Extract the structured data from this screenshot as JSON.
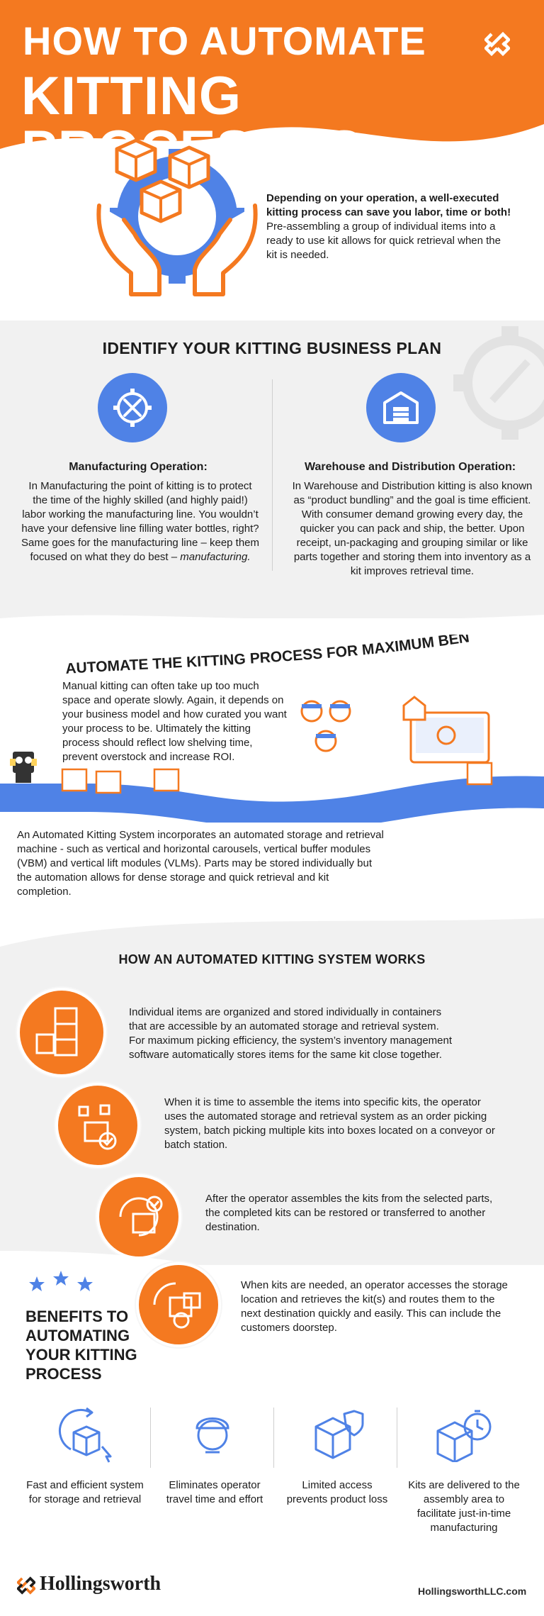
{
  "header": {
    "title_line1": "HOW TO AUTOMATE",
    "title_line2": "KITTING PROCESSES",
    "logo_icon": "hollingsworth-logo-icon",
    "brand_color": "#f47920"
  },
  "intro": {
    "bold": "Depending on your operation, a well-executed kitting process can save you labor, time or both!",
    "text": "Pre-assembling a group of individual items into a ready to use kit allows for quick retrieval when the kit is needed."
  },
  "business_plan": {
    "heading": "IDENTIFY YOUR KITTING BUSINESS PLAN",
    "manufacturing": {
      "icon": "tools-gear-icon",
      "title": "Manufacturing Operation:",
      "text_main": "In Manufacturing the point of kitting is to protect the time of the highly skilled (and highly paid!) labor working the manufacturing line. You wouldn’t have your defensive line filling water bottles, right? Same goes for the manufacturing line – keep them focused on what they do best – ",
      "text_emphasis": "manufacturing."
    },
    "warehouse": {
      "icon": "warehouse-icon",
      "title": "Warehouse and Distribution Operation:",
      "text": "In Warehouse and Distribution kitting is also known as “product bundling” and the goal is time efficient. With consumer demand growing every day, the quicker you can pack and ship, the better. Upon receipt, un-packaging and grouping similar or like parts together and storing them into inventory as a kit improves retrieval time."
    }
  },
  "automate": {
    "heading": "AUTOMATE THE KITTING PROCESS FOR MAXIMUM BENEFITS",
    "manual_text": "Manual kitting can often take up too much space and operate slowly. Again, it depends on your business model and how curated you want your process to be. Ultimately the kitting process should reflect low shelving time, prevent overstock and increase ROI.",
    "system_text": "An Automated Kitting System incorporates an automated storage and retrieval machine - such as vertical and horizontal carousels, vertical buffer modules (VBM) and vertical lift modules (VLMs). Parts may be stored individually but the automation allows for dense storage and quick retrieval and kit completion."
  },
  "how_it_works": {
    "heading": "HOW AN AUTOMATED KITTING SYSTEM WORKS",
    "steps": [
      {
        "icon": "storage-shelves-icon",
        "text": "Individual items are organized and stored individually in containers that are accessible by an automated storage and retrieval system. For maximum picking efficiency, the system’s inventory management software automatically stores items for the same kit close together."
      },
      {
        "icon": "order-picking-icon",
        "text": "When it is time to assemble the items into specific kits, the operator uses the automated storage and retrieval system as an order picking system, batch picking multiple kits into boxes located on a conveyor or batch station."
      },
      {
        "icon": "restore-box-icon",
        "text": "After the operator assembles the kits from the selected parts, the completed kits can be restored or transferred to another destination."
      },
      {
        "icon": "kit-delivery-icon",
        "text": "When kits are needed, an operator accesses the storage location and retrieves the kit(s) and routes them to the next destination quickly and easily. This can include the customers doorstep."
      }
    ]
  },
  "benefits": {
    "title": "BENEFITS TO AUTOMATING YOUR KITTING PROCESS",
    "items": [
      {
        "icon": "fast-retrieval-icon",
        "label": "Fast and efficient system for storage and retrieval"
      },
      {
        "icon": "operator-icon",
        "label": "Eliminates operator travel time and effort"
      },
      {
        "icon": "secure-box-icon",
        "label": "Limited access prevents product loss"
      },
      {
        "icon": "timed-delivery-icon",
        "label": "Kits are delivered to the assembly area to facilitate just-in-time manufacturing"
      }
    ]
  },
  "footer": {
    "brand": "Hollingsworth",
    "url": "HollingsworthLLC.com"
  }
}
